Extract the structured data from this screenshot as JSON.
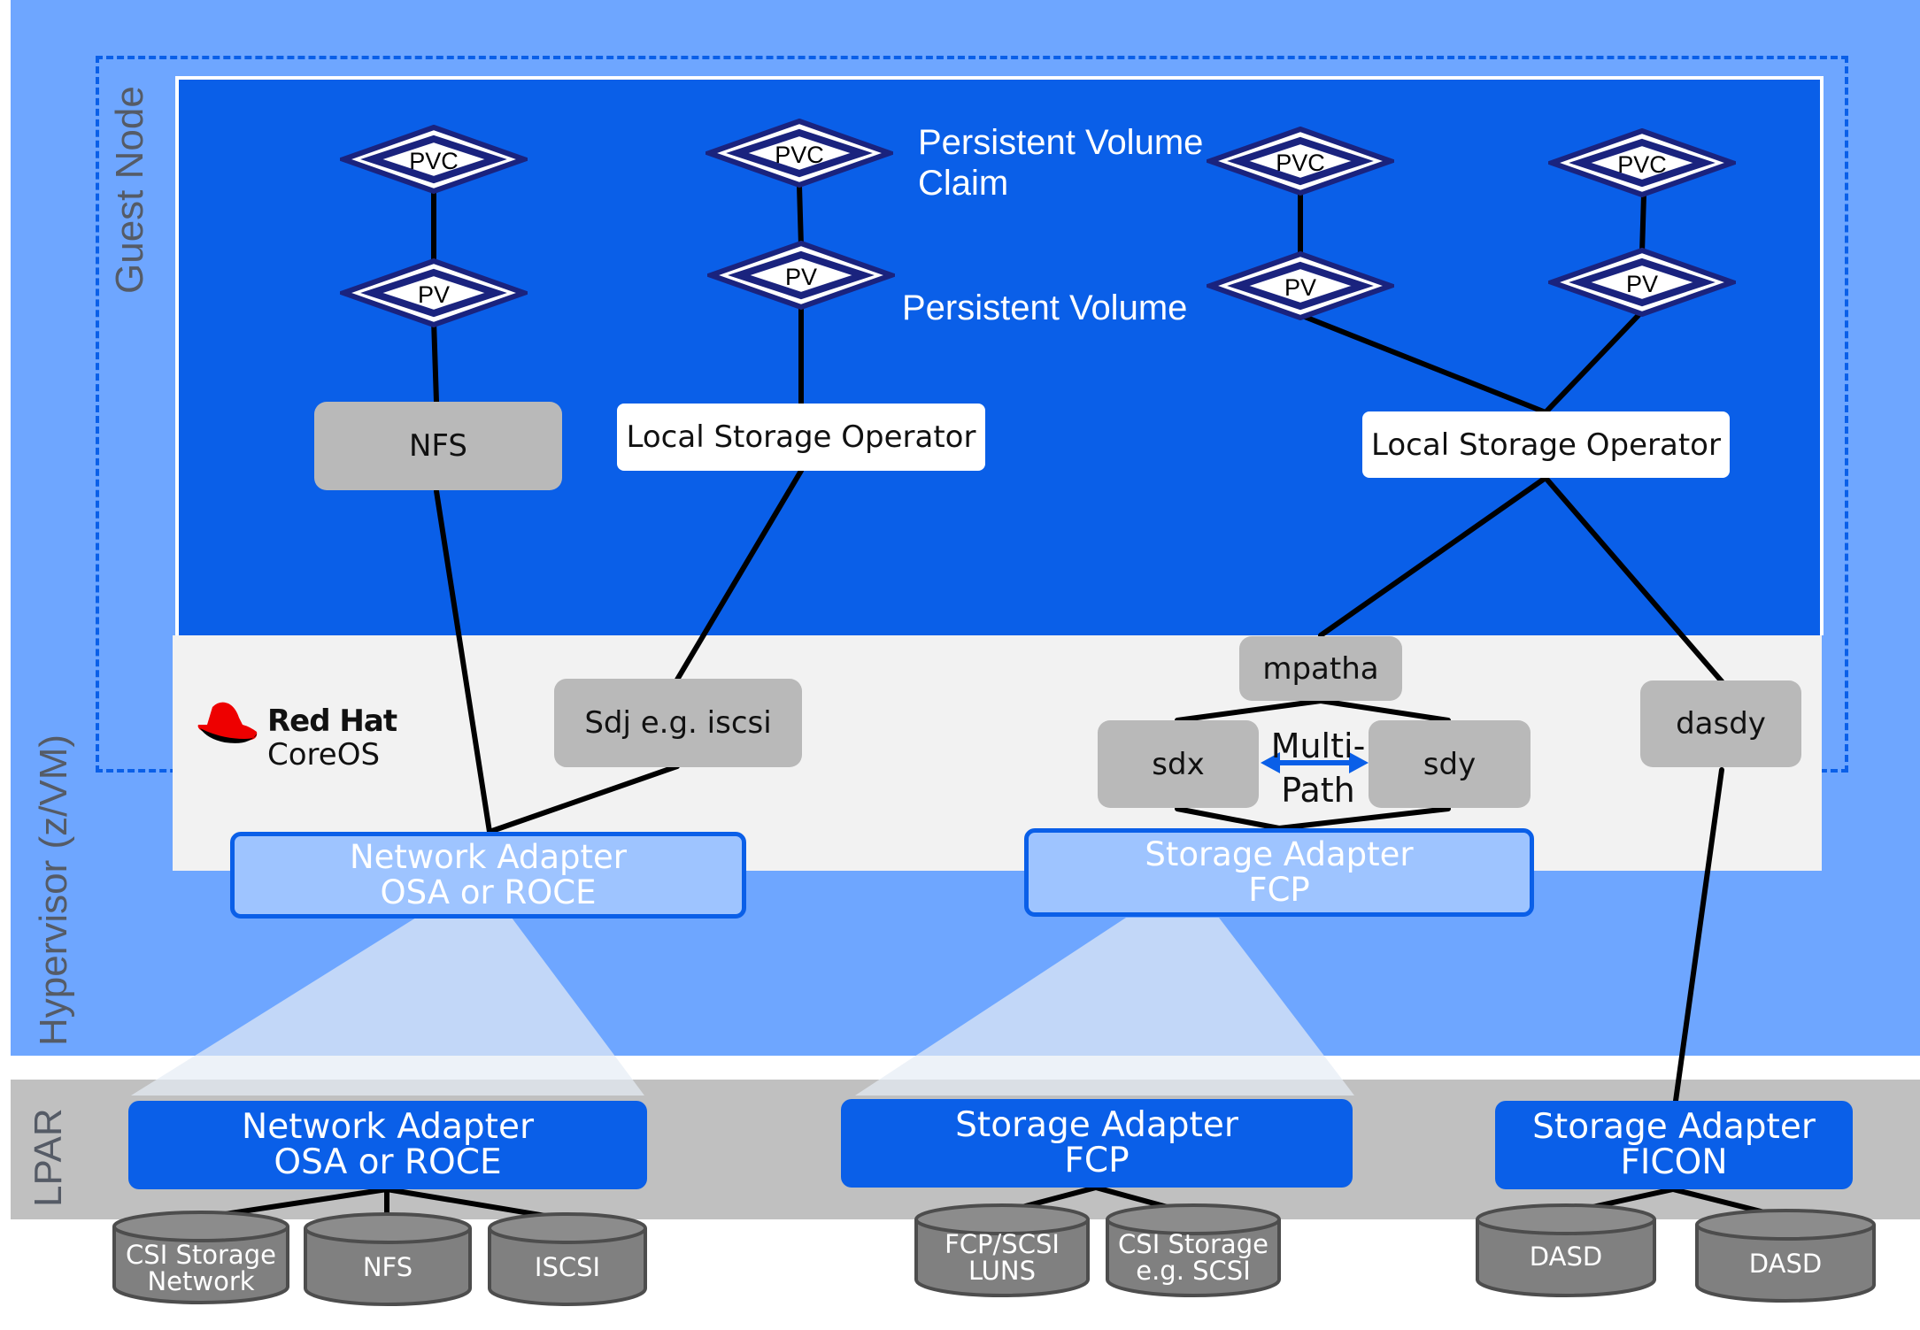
{
  "layers": {
    "guest_node": "Guest Node",
    "hypervisor": "Hypervisor (z/VM)",
    "lpar": "LPAR"
  },
  "labels": {
    "pvc_text": "Persistent Volume\nClaim",
    "pv_text": "Persistent Volume"
  },
  "k8s": {
    "pvc": "PVC",
    "pv": "PV"
  },
  "nodes": {
    "nfs": "NFS",
    "local_storage_operator_1": "Local Storage Operator",
    "local_storage_operator_2": "Local Storage Operator",
    "sdj": "Sdj e.g. iscsi",
    "mpatha": "mpatha",
    "sdx": "sdx",
    "sdy": "sdy",
    "dasdy": "dasdy",
    "multipath_line1": "Multi-",
    "multipath_line2": "Path"
  },
  "os": {
    "brand": "Red Hat",
    "product": "CoreOS"
  },
  "hypervisor_adapters": {
    "network": {
      "line1": "Network Adapter",
      "line2": "OSA or ROCE"
    },
    "storage": {
      "line1": "Storage Adapter",
      "line2": "FCP"
    }
  },
  "lpar_adapters": {
    "network": {
      "line1": "Network Adapter",
      "line2": "OSA or ROCE"
    },
    "storage_fcp": {
      "line1": "Storage Adapter",
      "line2": "FCP"
    },
    "storage_ficon": {
      "line1": "Storage Adapter",
      "line2": "FICON"
    }
  },
  "storage_devices": {
    "csi_network": {
      "line1": "CSI Storage",
      "line2": "Network"
    },
    "nfs": {
      "line1": "NFS"
    },
    "iscsi": {
      "line1": "ISCSI"
    },
    "fcp_scsi": {
      "line1": "FCP/SCSI",
      "line2": "LUNS"
    },
    "csi_scsi": {
      "line1": "CSI Storage",
      "line2": "e.g. SCSI"
    },
    "dasd_1": {
      "line1": "DASD"
    },
    "dasd_2": {
      "line1": "DASD"
    }
  },
  "colors": {
    "hypervisor_bg": "#6ea6ff",
    "guest_blue": "#0a5fe8",
    "lpar_gray": "#c0c0c0",
    "pill_gray": "#b9b9b9",
    "diamond_navy": "#1a237e",
    "redhat_red": "#ee0000"
  }
}
